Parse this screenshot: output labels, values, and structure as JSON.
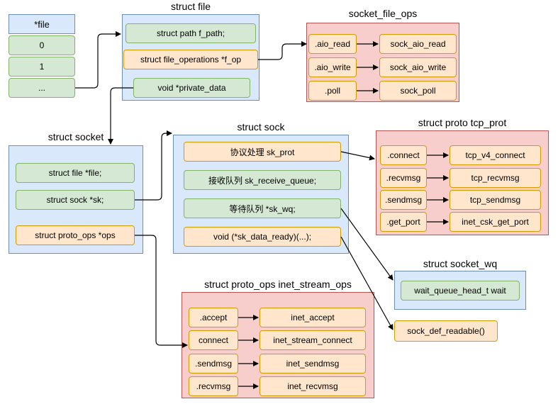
{
  "file_array": {
    "header": "*file",
    "items": [
      "0",
      "1",
      "..."
    ]
  },
  "struct_file": {
    "title": "struct file",
    "fields": [
      "struct path f_path;",
      "struct file_operations *f_op",
      "void *private_data"
    ]
  },
  "socket_file_ops": {
    "title": "socket_file_ops",
    "ops": [
      ".aio_read",
      ".aio_write",
      ".poll"
    ],
    "impls": [
      "sock_aio_read",
      "sock_aio_write",
      "sock_poll"
    ]
  },
  "struct_socket": {
    "title": "struct socket",
    "fields": [
      "struct file *file;",
      "struct sock *sk;",
      "struct proto_ops *ops"
    ]
  },
  "struct_sock": {
    "title": "struct sock",
    "fields": [
      "协议处理 sk_prot",
      "接收队列 sk_receive_queue;",
      "等待队列 *sk_wq;",
      "void  (*sk_data_ready)(...);"
    ]
  },
  "tcp_prot": {
    "title": "struct proto tcp_prot",
    "ops": [
      ".connect",
      ".recvmsg",
      ".sendmsg",
      ".get_port"
    ],
    "impls": [
      "tcp_v4_connect",
      "tcp_recvmsg",
      "tcp_sendmsg",
      "inet_csk_get_port"
    ]
  },
  "socket_wq": {
    "title": "struct socket_wq",
    "fields": [
      "wait_queue_head_t wait"
    ]
  },
  "sock_def_readable": {
    "label": "sock_def_readable()"
  },
  "inet_stream_ops": {
    "title": "struct proto_ops inet_stream_ops",
    "ops": [
      ".accept",
      "connect",
      ".sendmsg",
      ".recvmsg"
    ],
    "impls": [
      "inet_accept",
      "inet_stream_connect",
      "inet_sendmsg",
      "inet_recvmsg"
    ]
  },
  "colors": {
    "blue_fill": "#dae8fc",
    "blue_stroke": "#6c8ebf",
    "red_fill": "#f8cecc",
    "red_stroke": "#b85450",
    "green_fill": "#d5e8d4",
    "green_stroke": "#82b366",
    "orange_fill": "#ffe6cc",
    "orange_stroke": "#d79b00"
  }
}
